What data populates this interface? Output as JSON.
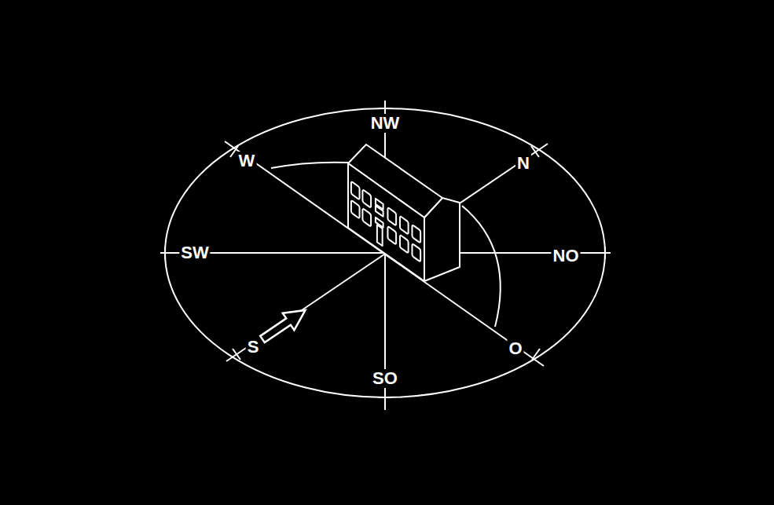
{
  "diagram": {
    "labels": [
      "NW",
      "N",
      "NO",
      "O",
      "SO",
      "S",
      "SW",
      "W"
    ]
  }
}
